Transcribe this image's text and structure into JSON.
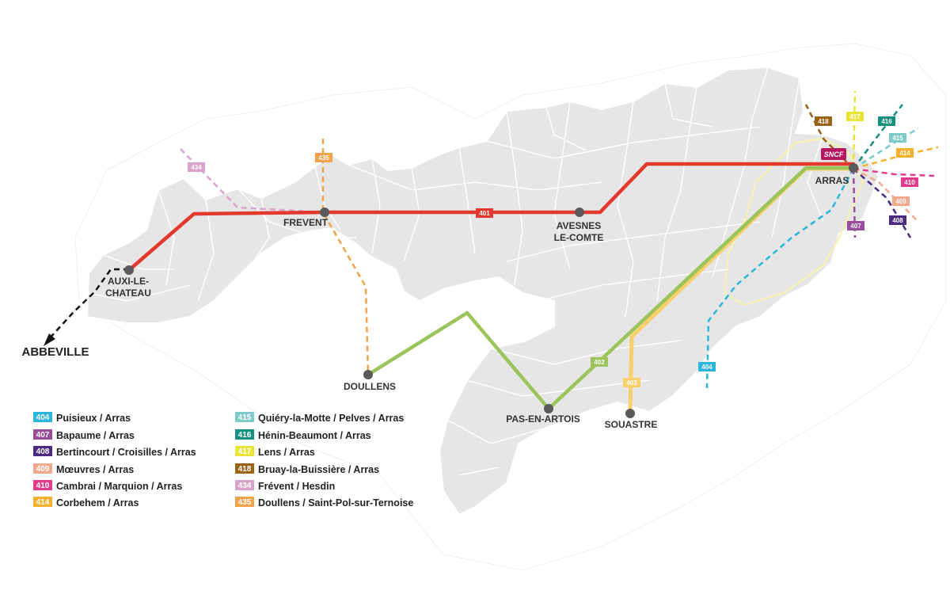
{
  "colors": {
    "l401": "#e2382d",
    "l402": "#9bc45a",
    "l403": "#f7cf6b",
    "l404": "#2db6dc",
    "l407": "#9a4d9c",
    "l408": "#4a2a80",
    "l409": "#f2a98d",
    "l410": "#e23b8e",
    "l414": "#f5b12d",
    "l415": "#7fcbc9",
    "l416": "#12917e",
    "l417": "#e8e43a",
    "l418": "#9a6414",
    "l434": "#d9a3cc",
    "l435": "#f2a24a",
    "abbeville": "#111111",
    "sncf": "#b5175f",
    "territory": "#e6e6e6",
    "commune_border": "#ffffff",
    "stop": "#5a5a5a"
  },
  "stops": {
    "auxi": "AUXI-LE-",
    "auxi2": "CHATEAU",
    "frevent": "FREVENT",
    "avesnes": "AVESNES",
    "avesnes2": "LE-COMTE",
    "arras": "ARRAS",
    "doullens": "DOULLENS",
    "pas": "PAS-EN-ARTOIS",
    "souastre": "SOUASTRE"
  },
  "destination": {
    "abbeville": "ABBEVILLE"
  },
  "sncf_logo": "SNCF",
  "map_badges": {
    "b401": "401",
    "b402": "402",
    "b403": "403",
    "b404": "404",
    "b407": "407",
    "b408": "408",
    "b409": "409",
    "b410": "410",
    "b414": "414",
    "b415": "415",
    "b416": "416",
    "b417": "417",
    "b418": "418",
    "b434": "434",
    "b435": "435"
  },
  "legend": {
    "left": [
      {
        "num": "404",
        "label": "Puisieux / Arras"
      },
      {
        "num": "407",
        "label": "Bapaume / Arras"
      },
      {
        "num": "408",
        "label": "Bertincourt / Croisilles / Arras"
      },
      {
        "num": "409",
        "label": "Mœuvres / Arras"
      },
      {
        "num": "410",
        "label": "Cambrai / Marquion / Arras"
      },
      {
        "num": "414",
        "label": "Corbehem / Arras"
      }
    ],
    "right": [
      {
        "num": "415",
        "label": "Quiéry-la-Motte / Pelves / Arras"
      },
      {
        "num": "416",
        "label": "Hénin-Beaumont / Arras"
      },
      {
        "num": "417",
        "label": "Lens / Arras"
      },
      {
        "num": "418",
        "label": "Bruay-la-Buissière / Arras"
      },
      {
        "num": "434",
        "label": "Frévent / Hesdin"
      },
      {
        "num": "435",
        "label": "Doullens / Saint-Pol-sur-Ternoise"
      }
    ]
  }
}
